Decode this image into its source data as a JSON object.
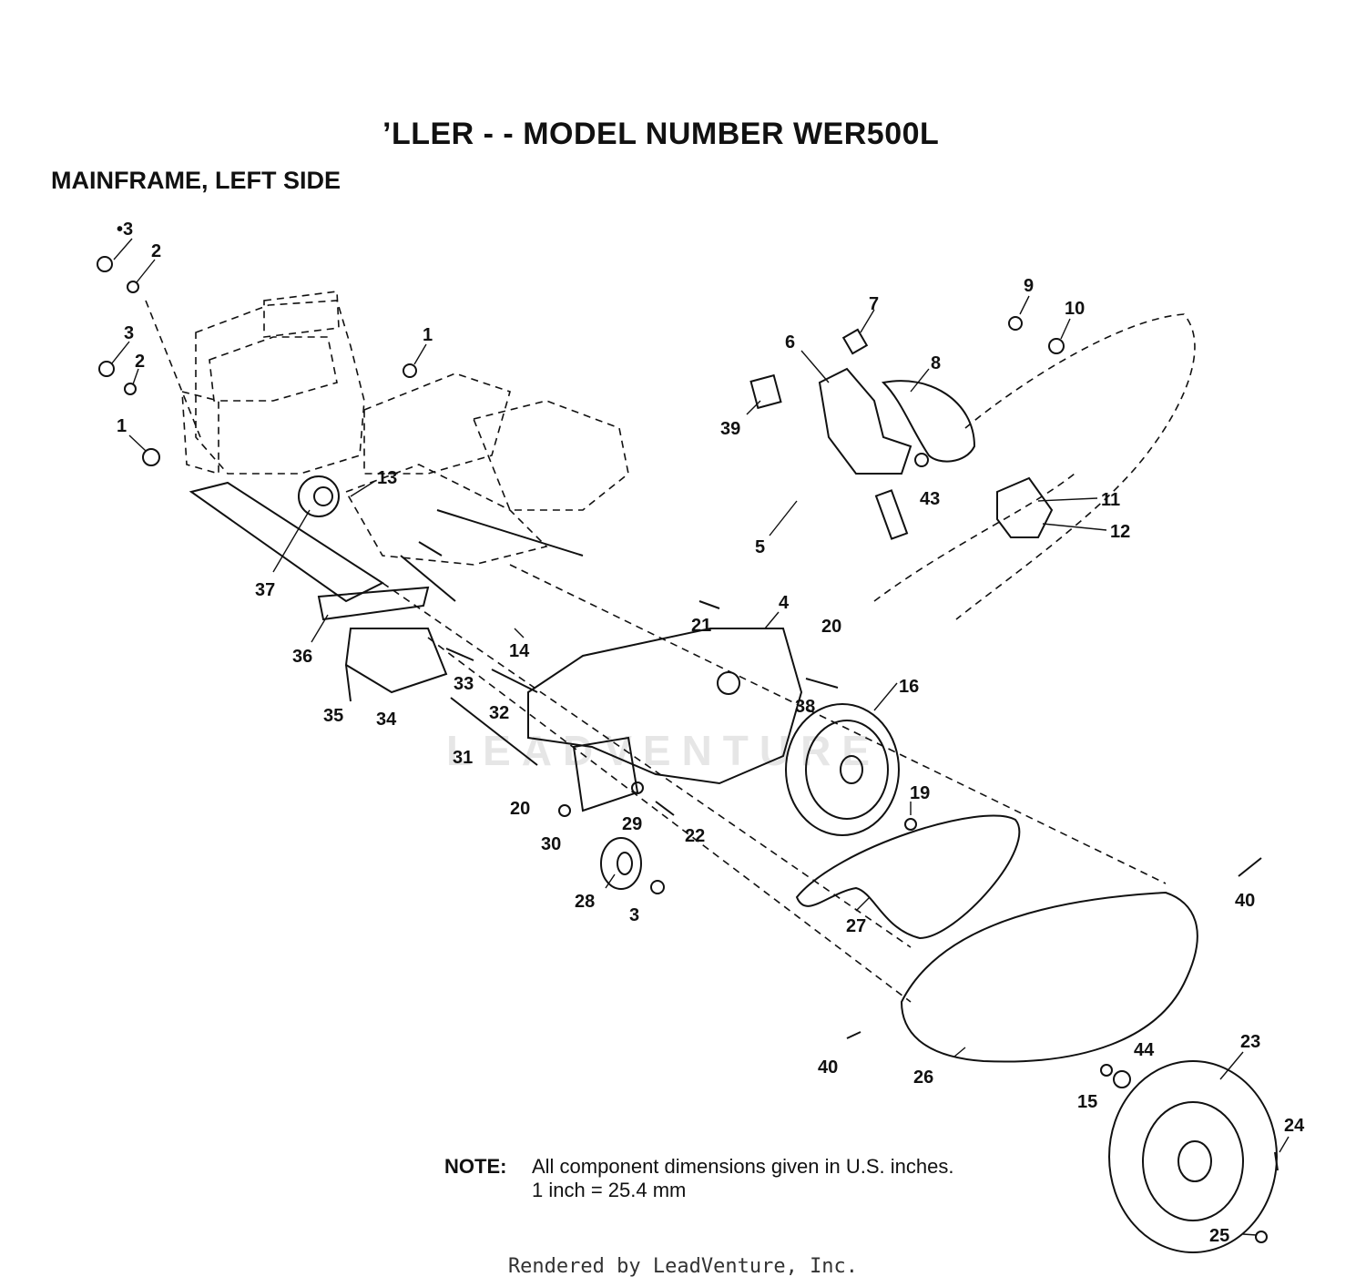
{
  "header": {
    "title": "’LLER - - MODEL NUMBER WER500L",
    "subtitle": "MAINFRAME, LEFT SIDE"
  },
  "note": {
    "label": "NOTE:",
    "line1": "All component dimensions given in U.S. inches.",
    "line2": "1 inch = 25.4 mm"
  },
  "footer": {
    "text": "Rendered by LeadVenture, Inc."
  },
  "watermark": {
    "text": "LEADVENTURE"
  },
  "callouts": [
    "•3",
    "2",
    "3",
    "2",
    "1",
    "1",
    "13",
    "37",
    "36",
    "35",
    "34",
    "33",
    "32",
    "31",
    "14",
    "21",
    "4",
    "20",
    "38",
    "16",
    "19",
    "20",
    "29",
    "22",
    "30",
    "28",
    "3",
    "27",
    "40",
    "40",
    "26",
    "15",
    "44",
    "23",
    "24",
    "25",
    "6",
    "7",
    "8",
    "39",
    "5",
    "43",
    "9",
    "10",
    "11",
    "12"
  ]
}
